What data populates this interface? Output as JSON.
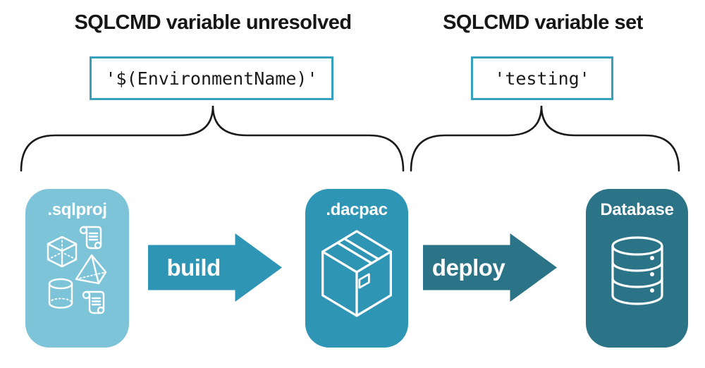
{
  "colors": {
    "card_sqlproj": "#7dc4d9",
    "card_dacpac": "#2e95b4",
    "card_database": "#2b7386",
    "arrow_build": "#2e95b4",
    "arrow_deploy": "#2b7386",
    "code_border": "#36a0bd",
    "ink": "#161616"
  },
  "annotations": {
    "unresolved": {
      "title": "SQLCMD variable unresolved",
      "code": "'$(EnvironmentName)'"
    },
    "set": {
      "title": "SQLCMD variable set",
      "code": "'testing'"
    }
  },
  "pipeline": {
    "nodes": [
      {
        "label": ".sqlproj",
        "icon": "sql-project-objects-icon"
      },
      {
        "label": ".dacpac",
        "icon": "package-box-icon"
      },
      {
        "label": "Database",
        "icon": "database-cylinder-icon"
      }
    ],
    "arrows": [
      {
        "label": "build"
      },
      {
        "label": "deploy"
      }
    ]
  }
}
